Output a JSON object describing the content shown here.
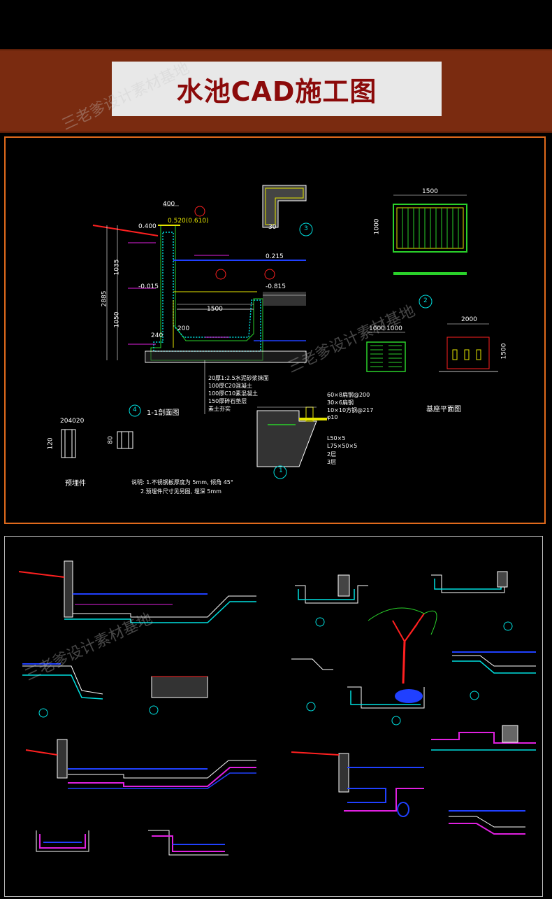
{
  "header": {
    "title": "水池CAD施工图"
  },
  "watermark": {
    "text": "三老爹设计素材基地"
  },
  "drawing1": {
    "section_title": "1-1剖面图",
    "plan_title": "基座平面图",
    "detail_title": "预埋件",
    "marks": [
      "1",
      "2",
      "3",
      "4"
    ],
    "dims": {
      "d400": "400",
      "d1500": "1500",
      "d1500b": "1500",
      "d1000": "1000",
      "d2000": "2000",
      "d2885": "2885",
      "d1035": "1035",
      "d1050": "1050",
      "d240": "240",
      "d200": "200",
      "d30": "30",
      "d1500v": "1500",
      "d120": "120",
      "d204020": "204020",
      "d80": "80",
      "d1000a": "1000",
      "d1000b": "1000"
    },
    "elev": {
      "e0520": "0.520(0.610)",
      "e0400": "0.400",
      "e0215": "0.215",
      "e0015": "-0.015",
      "e0815": "-0.815"
    },
    "layers": [
      "20厚1:2.5水泥砂浆抹面",
      "100厚C20混凝土",
      "100厚C10素混凝土",
      "150厚碎石垫层",
      "素土夯实"
    ],
    "legend_right": [
      "60×8扁钢@200",
      "30×6扁钢",
      "10×10方钢@217",
      "φ10",
      "L50×5",
      "L75×50×5",
      "2层",
      "3层"
    ],
    "notes": [
      "说明: 1.不锈钢板厚度为 5mm, 倾角 45°",
      "2.预埋件尺寸见另图, 埋深 5mm"
    ]
  },
  "colors": {
    "banner": "#7a2b10",
    "title": "#8b0a0a",
    "border": "#e06a1c",
    "cad_white": "#ffffff",
    "cad_yellow": "#e6e600",
    "cad_green": "#2ad12a",
    "cad_cyan": "#00e0e0",
    "cad_magenta": "#e020e0",
    "cad_blue": "#2040ff",
    "cad_red": "#ff2020"
  }
}
